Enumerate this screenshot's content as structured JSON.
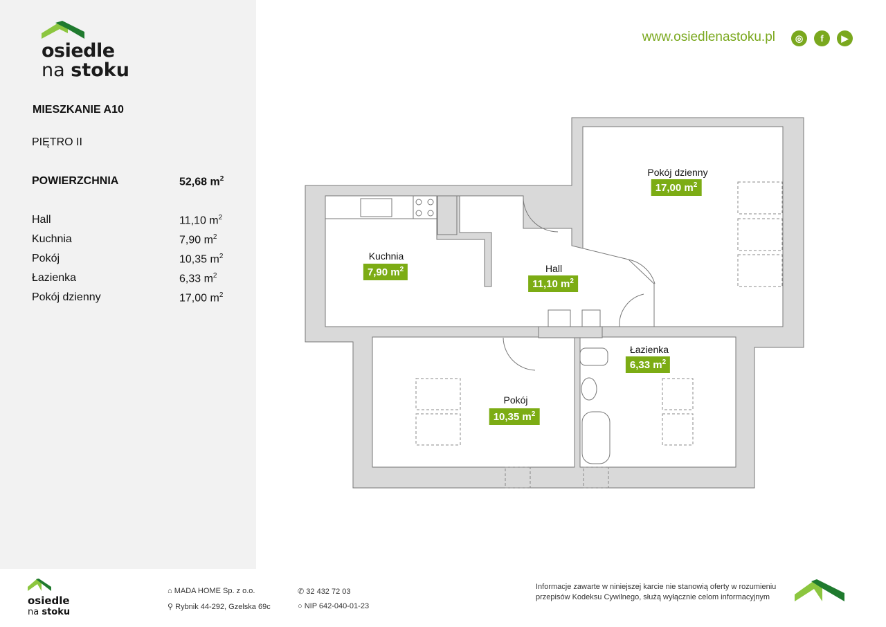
{
  "brand": {
    "line1": "osiedle",
    "line2a": "na ",
    "line2b": "stoku"
  },
  "header": {
    "url": "www.osiedlenastoku.pl",
    "social": [
      {
        "icon": "instagram-icon",
        "glyph": "◎"
      },
      {
        "icon": "facebook-icon",
        "glyph": "f"
      },
      {
        "icon": "youtube-icon",
        "glyph": "▶"
      }
    ]
  },
  "apartment": {
    "title": "MIESZKANIE A10",
    "floor": "PIĘTRO II",
    "area_label": "POWIERZCHNIA",
    "area_value": "52,68 m",
    "unit_sup": "2",
    "rooms": [
      {
        "name": "Hall",
        "area": "11,10 m"
      },
      {
        "name": "Kuchnia",
        "area": "7,90 m"
      },
      {
        "name": "Pokój",
        "area": "10,35 m"
      },
      {
        "name": "Łazienka",
        "area": "6,33 m"
      },
      {
        "name": "Pokój dzienny",
        "area": "17,00 m"
      }
    ]
  },
  "colors": {
    "accent": "#7cac14",
    "wall": "#d9d9d9"
  },
  "footer": {
    "company": "MADA HOME Sp. z o.o.",
    "address": "Rybnik 44-292, Gzelska 69c",
    "phone": "32 432 72 03",
    "nip": "NIP 642-040-01-23",
    "disclaimer1": "Informacje zawarte w niniejszej karcie nie stanowią oferty w rozumieniu",
    "disclaimer2": "przepisów Kodeksu Cywilnego, służą wyłącznie celom informacyjnym"
  }
}
